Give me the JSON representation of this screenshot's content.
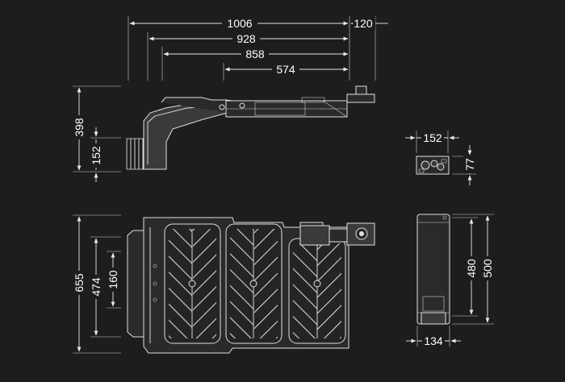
{
  "colors": {
    "background": "#1d1d1d",
    "line": "#e8e8e8",
    "text": "#ffffff"
  },
  "dimensions": {
    "top": {
      "d1006": "1006",
      "d120": "120",
      "d928": "928",
      "d858": "858",
      "d574": "574"
    },
    "side": {
      "d398": "398",
      "d152": "152"
    },
    "end": {
      "d152": "152",
      "d77": "77"
    },
    "plan": {
      "d655": "655",
      "d474": "474",
      "d160": "160"
    },
    "back": {
      "d480": "480",
      "d500": "500",
      "d134": "134"
    }
  }
}
